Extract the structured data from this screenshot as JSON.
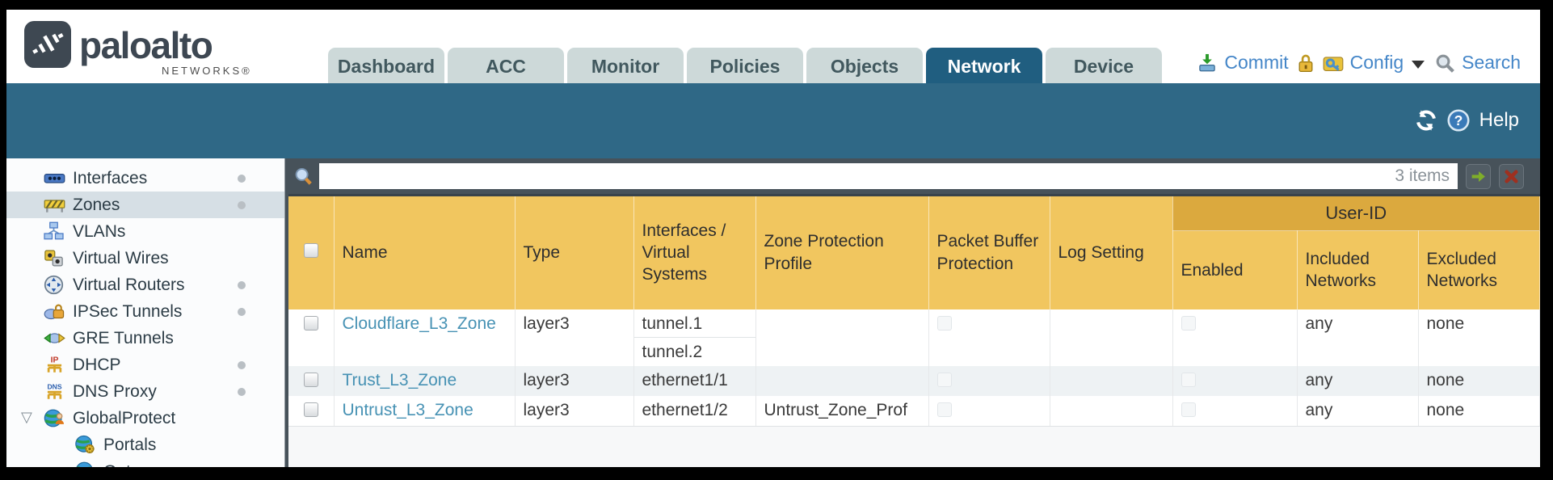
{
  "brand": {
    "name": "paloalto",
    "sub": "NETWORKS®",
    "logo_icon": "paloalto-logo-icon"
  },
  "tabs": [
    {
      "label": "Dashboard",
      "active": false
    },
    {
      "label": "ACC",
      "active": false
    },
    {
      "label": "Monitor",
      "active": false
    },
    {
      "label": "Policies",
      "active": false
    },
    {
      "label": "Objects",
      "active": false
    },
    {
      "label": "Network",
      "active": true
    },
    {
      "label": "Device",
      "active": false
    }
  ],
  "utility": {
    "commit_label": "Commit",
    "config_label": "Config",
    "search_label": "Search",
    "icons": [
      "commit-icon",
      "lock-icon",
      "config-icon",
      "caret-down-icon",
      "search-icon"
    ]
  },
  "band": {
    "help_label": "Help",
    "icons": [
      "refresh-icon",
      "help-icon"
    ]
  },
  "sidebar": {
    "items": [
      {
        "label": "Interfaces",
        "icon": "interfaces-icon",
        "dot": true,
        "selected": false,
        "indent": false,
        "expander": false
      },
      {
        "label": "Zones",
        "icon": "zones-icon",
        "dot": true,
        "selected": true,
        "indent": false,
        "expander": false
      },
      {
        "label": "VLANs",
        "icon": "vlans-icon",
        "dot": false,
        "selected": false,
        "indent": false,
        "expander": false
      },
      {
        "label": "Virtual Wires",
        "icon": "virtual-wires-icon",
        "dot": false,
        "selected": false,
        "indent": false,
        "expander": false
      },
      {
        "label": "Virtual Routers",
        "icon": "virtual-routers-icon",
        "dot": true,
        "selected": false,
        "indent": false,
        "expander": false
      },
      {
        "label": "IPSec Tunnels",
        "icon": "ipsec-tunnels-icon",
        "dot": true,
        "selected": false,
        "indent": false,
        "expander": false
      },
      {
        "label": "GRE Tunnels",
        "icon": "gre-tunnels-icon",
        "dot": false,
        "selected": false,
        "indent": false,
        "expander": false
      },
      {
        "label": "DHCP",
        "icon": "dhcp-icon",
        "dot": true,
        "selected": false,
        "indent": false,
        "expander": false
      },
      {
        "label": "DNS Proxy",
        "icon": "dns-proxy-icon",
        "dot": true,
        "selected": false,
        "indent": false,
        "expander": false
      },
      {
        "label": "GlobalProtect",
        "icon": "globalprotect-icon",
        "dot": false,
        "selected": false,
        "indent": false,
        "expander": true
      },
      {
        "label": "Portals",
        "icon": "portals-icon",
        "dot": false,
        "selected": false,
        "indent": true,
        "expander": false
      },
      {
        "label": "Gateways",
        "icon": "gateways-icon",
        "dot": false,
        "selected": false,
        "indent": true,
        "expander": false
      }
    ]
  },
  "filter": {
    "value": "",
    "count": "3 items",
    "icons": [
      "filter-search-icon",
      "apply-filter-icon",
      "clear-filter-icon"
    ]
  },
  "table": {
    "group_header": "User-ID",
    "columns": [
      "Name",
      "Type",
      "Interfaces / Virtual Systems",
      "Zone Protection Profile",
      "Packet Buffer Protection",
      "Log Setting",
      "Enabled",
      "Included Networks",
      "Excluded Networks"
    ],
    "rows": [
      {
        "name": "Cloudflare_L3_Zone",
        "type": "layer3",
        "interfaces": [
          "tunnel.1",
          "tunnel.2"
        ],
        "zone_protection_profile": "",
        "packet_buffer_protection": false,
        "log_setting": "",
        "enabled": false,
        "included_networks": "any",
        "excluded_networks": "none"
      },
      {
        "name": "Trust_L3_Zone",
        "type": "layer3",
        "interfaces": [
          "ethernet1/1"
        ],
        "zone_protection_profile": "",
        "packet_buffer_protection": false,
        "log_setting": "",
        "enabled": false,
        "included_networks": "any",
        "excluded_networks": "none"
      },
      {
        "name": "Untrust_L3_Zone",
        "type": "layer3",
        "interfaces": [
          "ethernet1/2"
        ],
        "zone_protection_profile": "Untrust_Zone_Prof",
        "packet_buffer_protection": false,
        "log_setting": "",
        "enabled": false,
        "included_networks": "any",
        "excluded_networks": "none"
      }
    ]
  },
  "colors": {
    "band_teal": "#2f6886",
    "tab_active": "#205e80",
    "header_gold": "#f1c65f",
    "group_gold": "#dba93e",
    "link_blue": "#4792b4",
    "filterbar_slate": "#47525a",
    "utility_blue": "#4486c8"
  }
}
